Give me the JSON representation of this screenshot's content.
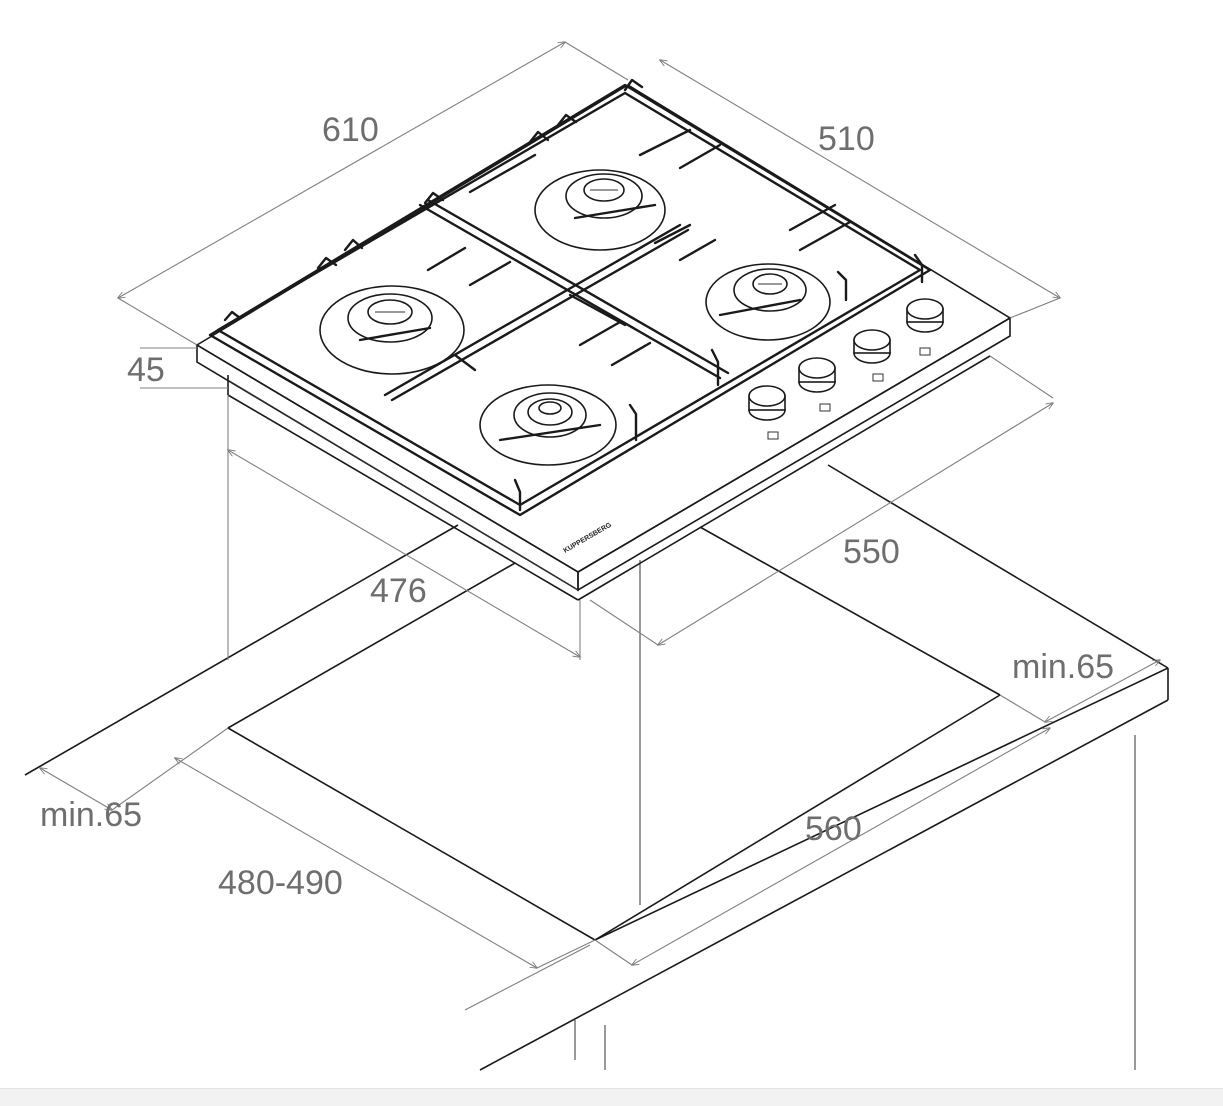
{
  "dimensions": {
    "overall_width": "610",
    "overall_depth": "510",
    "height": "45",
    "body_depth": "476",
    "body_width": "550",
    "cutout_depth": "480-490",
    "cutout_width": "560",
    "clearance_right": "min.65",
    "clearance_front": "min.65"
  },
  "brand_label": "KUPPERSBERG",
  "components": {
    "burners": [
      "burner-rear-left",
      "burner-front-left",
      "burner-front-center",
      "burner-right"
    ],
    "knobs": 4
  },
  "colors": {
    "line": "#1a1a1a",
    "dimension_line": "#808080",
    "dimension_text": "#6e6e6e"
  }
}
